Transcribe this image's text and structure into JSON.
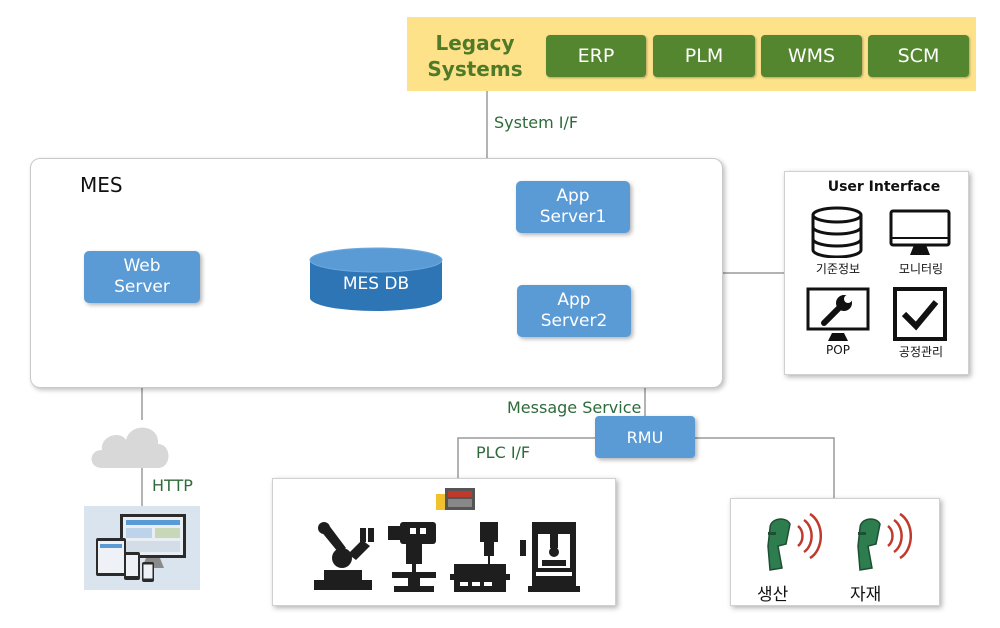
{
  "legacy": {
    "title_line1": "Legacy",
    "title_line2": "Systems",
    "systems": [
      "ERP",
      "PLM",
      "WMS",
      "SCM"
    ]
  },
  "connections": {
    "system_if": "System I/F",
    "message_service": "Message Service",
    "plc_if": "PLC I/F",
    "http": "HTTP"
  },
  "mes": {
    "title": "MES",
    "web_server": [
      "Web",
      "Server"
    ],
    "db": "MES DB",
    "app_server1": [
      "App",
      "Server1"
    ],
    "app_server2": [
      "App",
      "Server2"
    ]
  },
  "user_interface": {
    "title": "User Interface",
    "items": [
      "기준정보",
      "모니터링",
      "POP",
      "공정관리"
    ]
  },
  "rmu": "RMU",
  "scanners": [
    "생산",
    "자재"
  ],
  "colors": {
    "legacy_band": "#fde28a",
    "legacy_button": "#54852f",
    "legacy_title": "#4f7a28",
    "server_blue": "#5b9bd5",
    "db_blue": "#2e75b6",
    "connector_label": "#2e6b3a"
  }
}
